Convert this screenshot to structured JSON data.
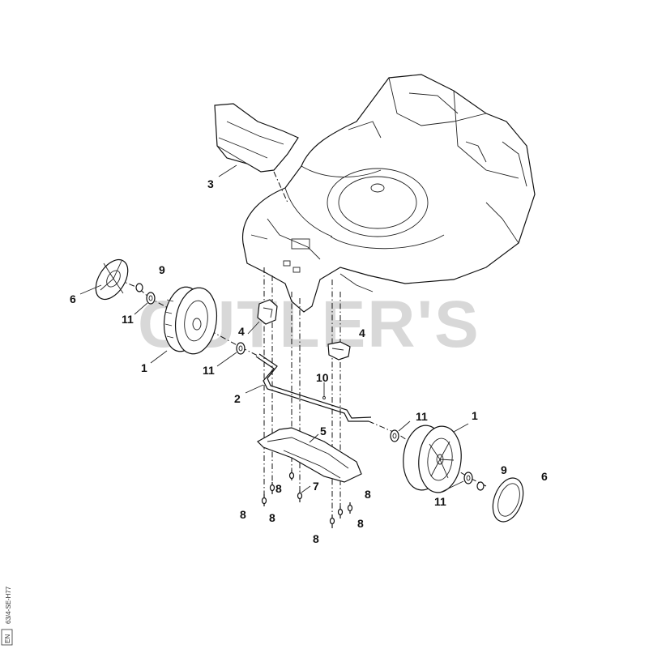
{
  "watermark": "CUTLER'S",
  "drawing_ref": "63/4-SE-H77",
  "drawing_ref_small": "EN",
  "callouts": [
    {
      "id": "c3a",
      "label": "3"
    },
    {
      "id": "c9a",
      "label": "9"
    },
    {
      "id": "c6a",
      "label": "6"
    },
    {
      "id": "c11a",
      "label": "11"
    },
    {
      "id": "c1a",
      "label": "1"
    },
    {
      "id": "c11b",
      "label": "11"
    },
    {
      "id": "c4a",
      "label": "4"
    },
    {
      "id": "c4b",
      "label": "4"
    },
    {
      "id": "c10",
      "label": "10"
    },
    {
      "id": "c2",
      "label": "2"
    },
    {
      "id": "c11c",
      "label": "11"
    },
    {
      "id": "c1b",
      "label": "1"
    },
    {
      "id": "c5",
      "label": "5"
    },
    {
      "id": "c9b",
      "label": "9"
    },
    {
      "id": "c6b",
      "label": "6"
    },
    {
      "id": "c11d",
      "label": "11"
    },
    {
      "id": "c8a",
      "label": "8"
    },
    {
      "id": "c7",
      "label": "7"
    },
    {
      "id": "c8b",
      "label": "8"
    },
    {
      "id": "c8c",
      "label": "8"
    },
    {
      "id": "c8d",
      "label": "8"
    },
    {
      "id": "c8e",
      "label": "8"
    },
    {
      "id": "c8f",
      "label": "8"
    }
  ]
}
